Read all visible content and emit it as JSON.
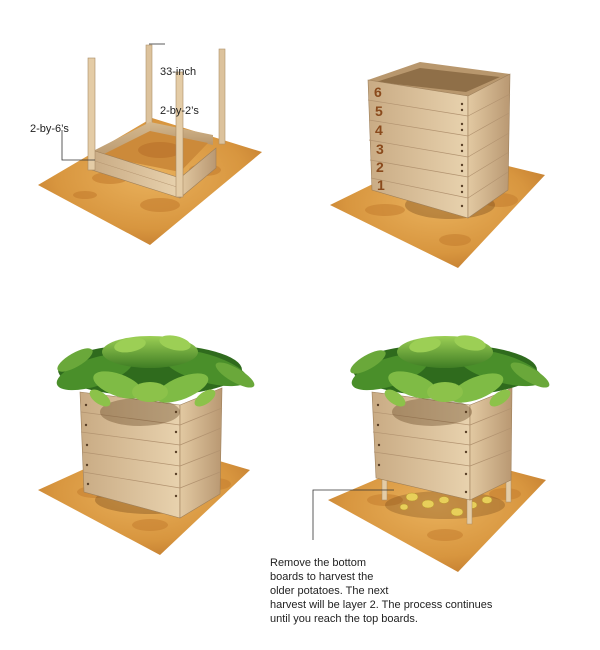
{
  "callouts": {
    "rails": [
      "33-inch",
      "2-by-2’s"
    ],
    "boards": "2-by-6’s"
  },
  "layer_numbers": [
    "6",
    "5",
    "4",
    "3",
    "2",
    "1"
  ],
  "caption_lines": [
    "Remove the bottom",
    "boards to harvest the",
    "older potatoes. The next",
    "harvest will be layer 2. The process continues",
    "until you reach the top boards."
  ],
  "colors": {
    "soil_light": "#e0a24a",
    "soil_dark": "#b8732a",
    "wood_light": "#e6ceaa",
    "wood_dark": "#a88a64",
    "leaf_light": "#8cc24a",
    "leaf_dark": "#2f6b1d",
    "layer_number": "#8a4a1c",
    "potato": "#e8cf5a"
  },
  "icons": [
    "soil-patch",
    "wooden-box",
    "potato-plant",
    "potato"
  ]
}
